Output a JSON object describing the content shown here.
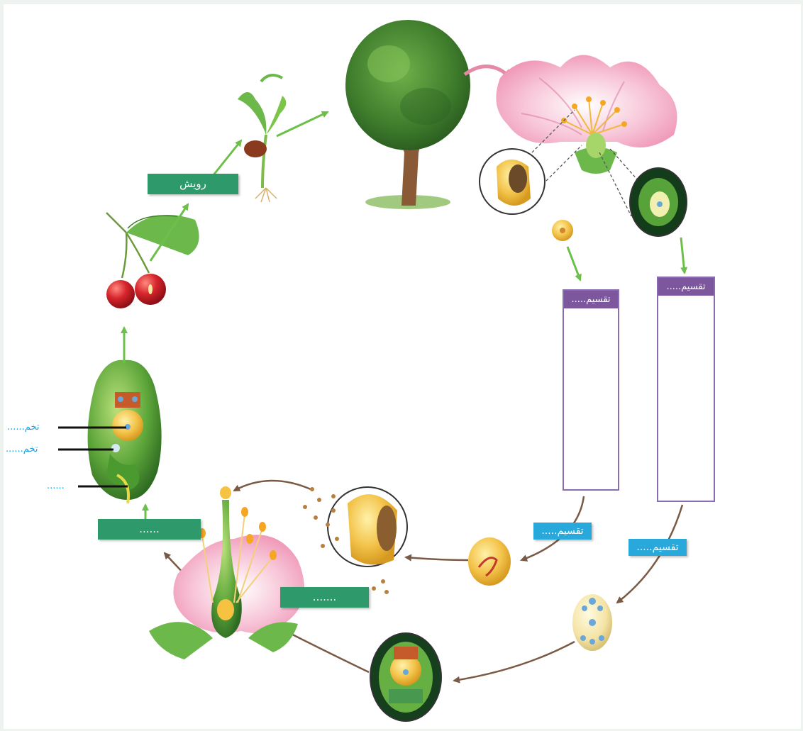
{
  "labels": {
    "germination": "رویش",
    "pollen_division": "تقسیم.....",
    "ovule_division": "تقسیم.....",
    "blue_left_division": "تقسیم.....",
    "blue_right_division": "تقسیم.....",
    "process_left": "......",
    "process_bottom": ".......",
    "seed_part_1": "تخم......",
    "seed_part_2": "تخم......",
    "seed_part_3": "......"
  },
  "colors": {
    "label_green": "#2e9a6b",
    "label_blue": "#29a8dc",
    "box_header_purple": "#7d579d",
    "arrow_green": "#6cc04a",
    "arrow_brown": "#7a5a44"
  }
}
